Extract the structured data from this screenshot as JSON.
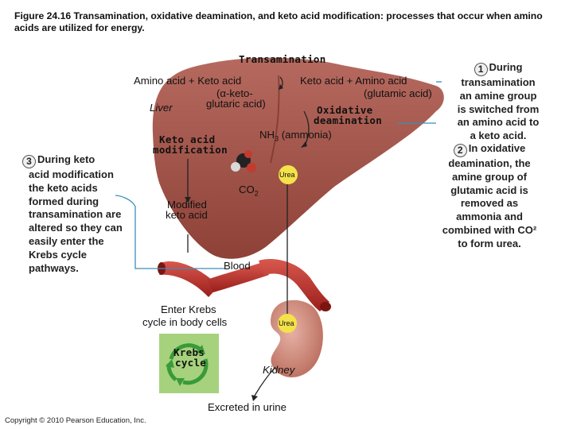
{
  "caption": "Figure 24.16 Transamination, oxidative deamination, and keto acid modification: processes that occur when amino acids are utilized for energy.",
  "labels": {
    "transamination": "Transamination",
    "amino_acid_keto": "Amino acid + Keto acid",
    "alpha_keto": "(α-keto-",
    "glutaric": "glutaric acid)",
    "liver": "Liver",
    "keto_amino": "Keto acid + Amino acid",
    "glutamic": "(glutamic acid)",
    "oxidative_1": "Oxidative",
    "oxidative_2": "deamination",
    "nh3": "NH",
    "nh3_sub": "3",
    "nh3_rest": " (ammonia)",
    "keto_mod_1": "Keto acid",
    "keto_mod_2": "modification",
    "urea": "Urea",
    "co2": "CO",
    "co2_sub": "2",
    "modified_1": "Modified",
    "modified_2": "keto acid",
    "blood": "Blood",
    "enter_krebs_1": "Enter Krebs",
    "enter_krebs_2": "cycle in body cells",
    "krebs_1": "Krebs",
    "krebs_2": "cycle",
    "urea_kidney": "Urea",
    "kidney": "Kidney",
    "excreted": "Excreted in urine"
  },
  "steps": {
    "one": {
      "num": "1",
      "lines": [
        "During",
        "transamination",
        "an amine group",
        "is switched from",
        "an amino acid to",
        "a keto acid."
      ]
    },
    "two": {
      "num": "2",
      "lines": [
        "In oxidative",
        "deamination, the",
        "amine group of",
        "glutamic acid is",
        "removed as",
        "ammonia and",
        "combined with CO²",
        "to form urea."
      ]
    },
    "three": {
      "num": "3",
      "lines": [
        "During keto",
        "acid modification",
        "the keto acids",
        "formed during",
        "transamination are",
        "altered so they can",
        "easily enter the",
        "Krebs cycle",
        "pathways."
      ]
    }
  },
  "copyright": "Copyright © 2010 Pearson Education, Inc.",
  "colors": {
    "liver": "#a15449",
    "blood_vessel": "#c0302b",
    "kidney": "#cf8a7c",
    "urea_dot": "#f4e24a",
    "leader_line": "#3a8fb8",
    "krebs_bg": "#a6d27d",
    "krebs_ring": "#3a9a3a"
  }
}
